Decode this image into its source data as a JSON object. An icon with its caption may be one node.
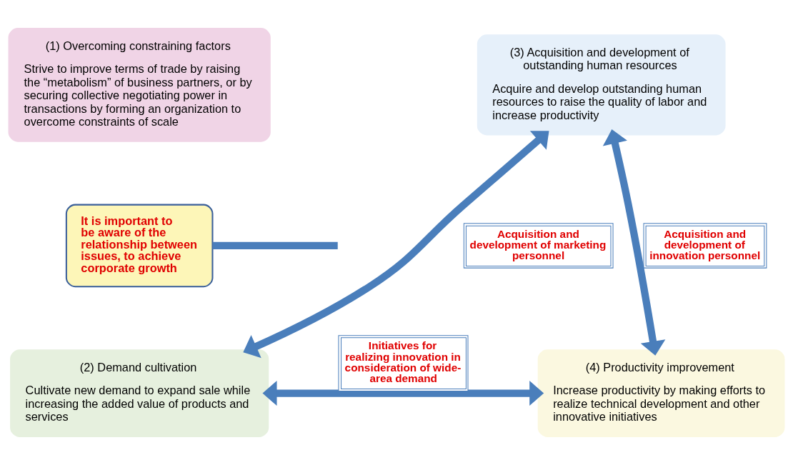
{
  "diagram": {
    "nodes": [
      {
        "text": [
          "(1) Overcoming constraining factors",
          "Strive to improve terms of trade by raising the “metabolism” of business partners, or by securing collective negotiating power in transactions by forming an organization to overcome constraints of scale"
        ]
      },
      {
        "text": [
          "(3) Acquisition and development of outstanding human resources",
          "Acquire and develop outstanding human resources to raise the quality of labor and increase productivity"
        ]
      },
      {
        "text": [
          "It is important to be aware of the relationship between issues, to achieve corporate growth"
        ]
      },
      {
        "text": [
          "(2) Demand cultivation",
          "Cultivate new demand to expand sale while increasing the added value of products and services"
        ]
      },
      {
        "text": [
          "(4) Productivity improvement",
          "Increase productivity by making efforts to realize technical development and other innovative initiatives"
        ]
      }
    ],
    "edges": [
      {
        "from": 3,
        "to": 1,
        "arrow": "both",
        "label": "Acquisition and development of marketing personnel"
      },
      {
        "from": 1,
        "to": 4,
        "arrow": "both",
        "label": "Acquisition and development of innovation personnel"
      },
      {
        "from": 3,
        "to": 4,
        "arrow": "both",
        "label": "Initiatives for realizing innovation in consideration of wide-area demand"
      },
      {
        "from": 2,
        "to": null,
        "arrow": "none"
      }
    ]
  }
}
